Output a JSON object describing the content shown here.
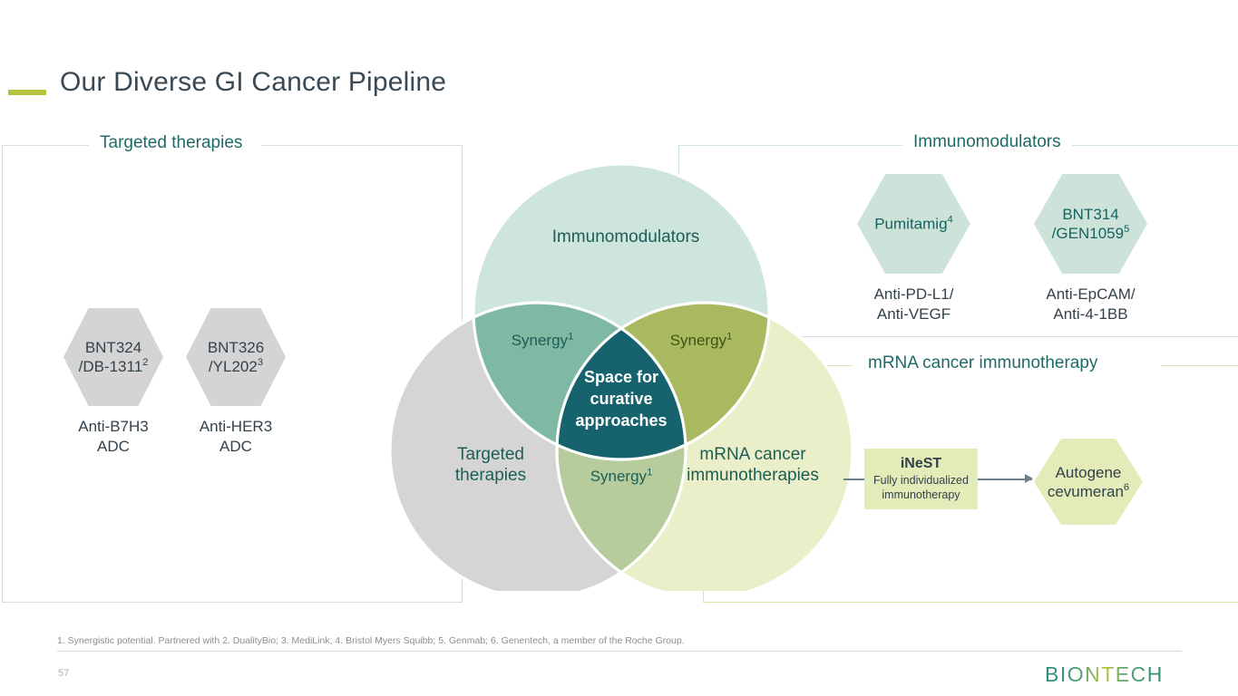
{
  "slide": {
    "title": "Our Diverse GI Cancer Pipeline",
    "page_number": "57",
    "accent_color": "#b5c33e",
    "title_color": "#3a4a55",
    "logo_text": "BIONTECH"
  },
  "sections": {
    "targeted": {
      "label": "Targeted therapies",
      "border_color": "#dcdcdc"
    },
    "immunomodulators": {
      "label": "Immunomodulators",
      "border_color": "#cfe2dd"
    },
    "mrna": {
      "label": "mRNA cancer immunotherapy",
      "border_color": "#dde3b0"
    }
  },
  "venn": {
    "type": "venn3",
    "circles": [
      {
        "id": "immunomodulators",
        "label": "Immunomodulators",
        "color": "#cde5dc",
        "text_color": "#1b5e55"
      },
      {
        "id": "targeted",
        "label": "Targeted\ntherapies",
        "label_line1": "Targeted",
        "label_line2": "therapies",
        "color": "#d5d5d5",
        "text_color": "#1b5e55"
      },
      {
        "id": "mrna",
        "label": "mRNA cancer\nimmunotherapies",
        "label_line1": "mRNA cancer",
        "label_line2": "immunotherapies",
        "color": "#eaefc9",
        "text_color": "#1b5e55"
      }
    ],
    "overlaps": [
      {
        "id": "imm-targeted",
        "label": "Synergy",
        "footnote_ref": "1",
        "color": "#7fb9a3",
        "text_color": "#1b5e55"
      },
      {
        "id": "imm-mrna",
        "label": "Synergy",
        "footnote_ref": "1",
        "color": "#a8b95f",
        "text_color": "#3f5315"
      },
      {
        "id": "targeted-mrna",
        "label": "Synergy",
        "footnote_ref": "1",
        "color": "#b6cc9c",
        "text_color": "#1b5e55"
      }
    ],
    "center": {
      "id": "center",
      "line1": "Space for",
      "line2": "curative",
      "line3": "approaches",
      "color": "#16636e",
      "text_color": "#ffffff"
    }
  },
  "targeted_assets": [
    {
      "name_line1": "BNT324",
      "name_line2": "/DB-1311",
      "footnote_ref": "2",
      "caption_line1": "Anti-B7H3",
      "caption_line2": "ADC",
      "fill": "#d4d4d4"
    },
    {
      "name_line1": "BNT326",
      "name_line2": "/YL202",
      "footnote_ref": "3",
      "caption_line1": "Anti-HER3",
      "caption_line2": "ADC",
      "fill": "#d4d4d4"
    }
  ],
  "immunomodulator_assets": [
    {
      "name_line1": "Pumitamig",
      "name_line2": "",
      "footnote_ref": "4",
      "caption_line1": "Anti-PD-L1/",
      "caption_line2": "Anti-VEGF",
      "fill": "#cde3d9"
    },
    {
      "name_line1": "BNT314",
      "name_line2": "/GEN1059",
      "footnote_ref": "5",
      "caption_line1": "Anti-EpCAM/",
      "caption_line2": "Anti-4-1BB",
      "fill": "#cde3d9"
    }
  ],
  "mrna_flow": {
    "box": {
      "title": "iNeST",
      "subtitle_line1": "Fully individualized",
      "subtitle_line2": "immunotherapy",
      "fill": "#e3ecb8"
    },
    "asset": {
      "name_line1": "Autogene",
      "name_line2": "cevumeran",
      "footnote_ref": "6",
      "fill": "#e3ecb8"
    }
  },
  "footer": {
    "footnote": "1. Synergistic potential. Partnered with 2. DualityBio; 3. MediLink; 4. Bristol Myers Squibb; 5. Genmab; 6. Genentech, a member of the Roche Group."
  }
}
